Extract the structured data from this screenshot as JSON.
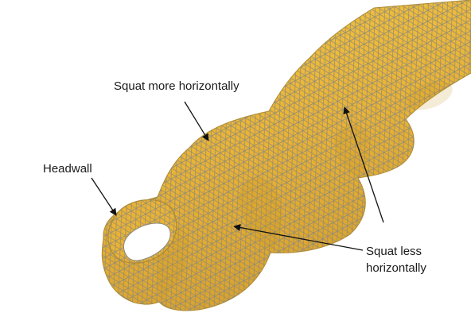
{
  "labels": {
    "squat_more": "Squat more horizontally",
    "headwall": "Headwall",
    "squat_less_line1": "Squat less",
    "squat_less_line2": "horizontally"
  },
  "colors": {
    "background": "#ffffff",
    "mesh_fill": "#eab334",
    "mesh_fill_shadow": "#c99422",
    "mesh_fill_light": "#f5c842",
    "wireframe": "#8e8a7c",
    "arrow": "#111111",
    "inner_hole": "#ffffff"
  },
  "icons": {
    "arrow_heads": "arrowhead-icon"
  }
}
